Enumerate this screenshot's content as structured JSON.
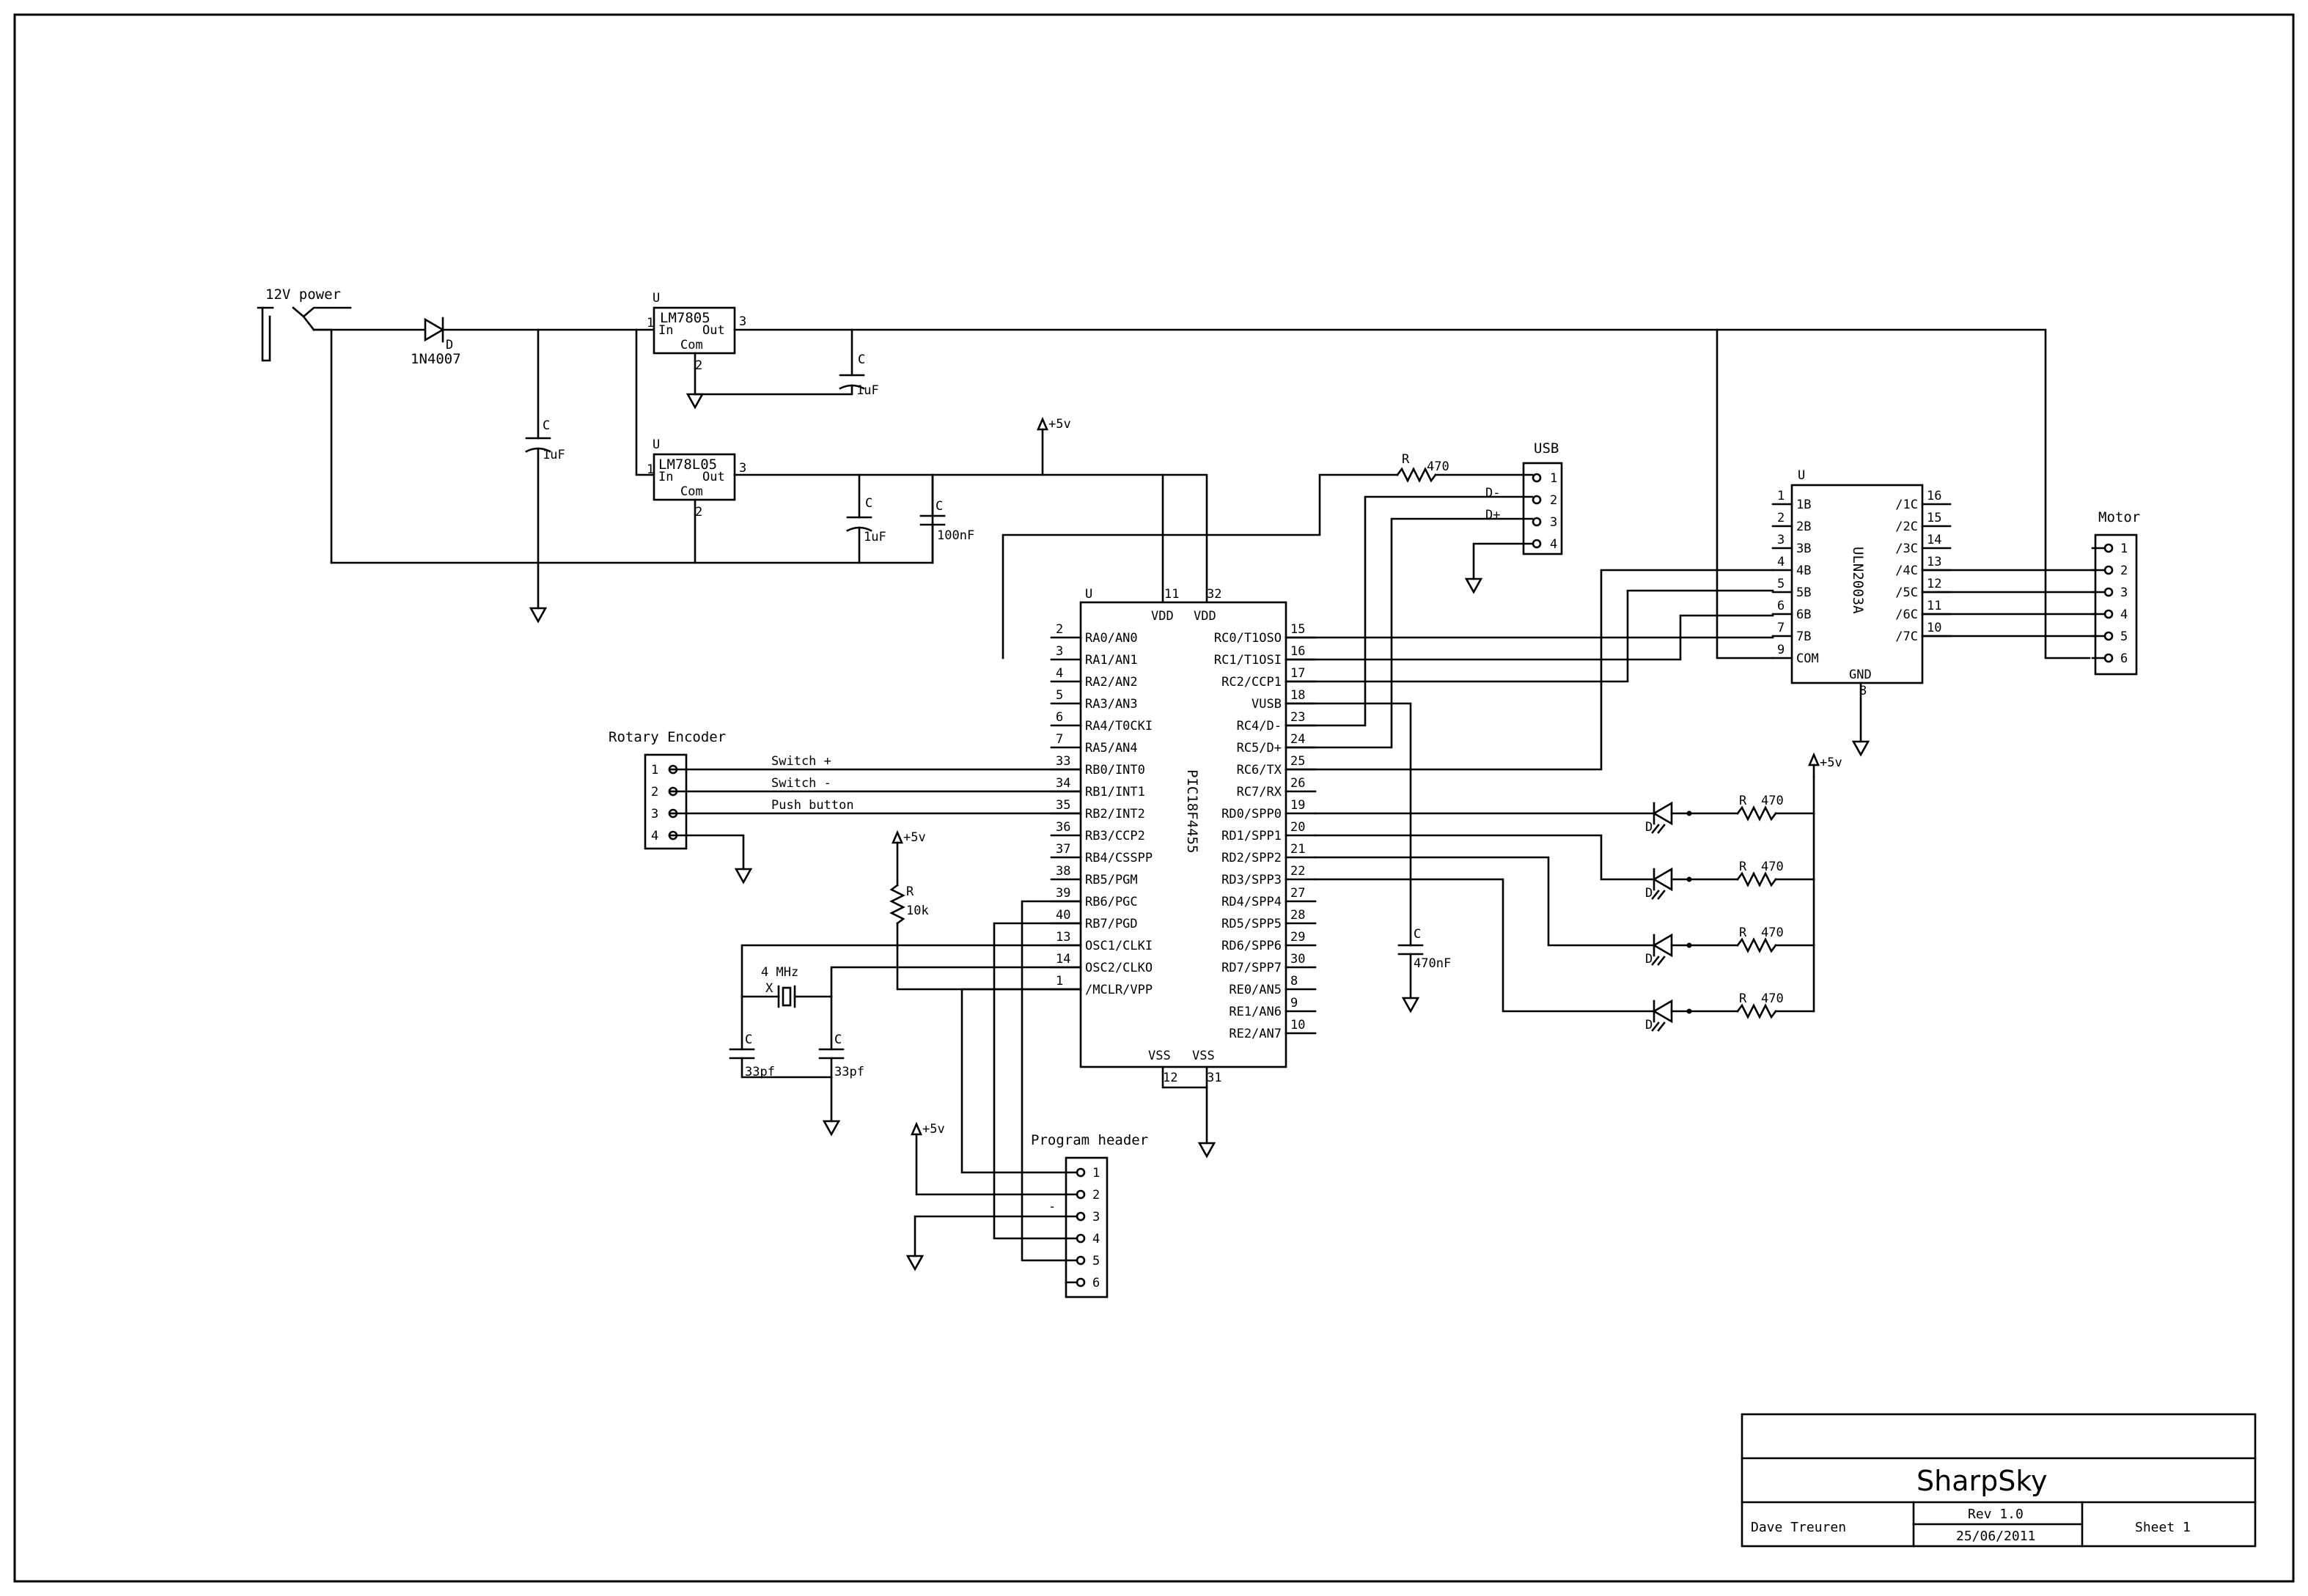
{
  "power": {
    "jack": "12V power",
    "diode": "1N4007",
    "diode_ref": "D"
  },
  "reg1": {
    "ref": "U",
    "name": "LM7805",
    "in": "In",
    "out": "Out",
    "com": "Com",
    "p_in": "1",
    "p_out": "3",
    "p_com": "2"
  },
  "reg2": {
    "ref": "U",
    "name": "LM78L05",
    "in": "In",
    "out": "Out",
    "com": "Com",
    "p_in": "1",
    "p_out": "3",
    "p_com": "2"
  },
  "caps": {
    "c1": {
      "ref": "C",
      "val": "1uF"
    },
    "c2": {
      "ref": "C",
      "val": "1uF"
    },
    "c3": {
      "ref": "C",
      "val": "1uF"
    },
    "c4": {
      "ref": "C",
      "val": "100nF"
    },
    "c5": {
      "ref": "C",
      "val": "470nF"
    },
    "c6": {
      "ref": "C",
      "val": "33pf"
    },
    "c7": {
      "ref": "C",
      "val": "33pf"
    }
  },
  "vcc": "+5v",
  "mcu": {
    "ref": "U",
    "name": "PIC18F4455",
    "vdd": "VDD",
    "vss": "VSS",
    "top_pins": [
      "11",
      "32"
    ],
    "bottom_pins": [
      "12",
      "31"
    ],
    "left": [
      {
        "num": "2",
        "name": "RA0/AN0"
      },
      {
        "num": "3",
        "name": "RA1/AN1"
      },
      {
        "num": "4",
        "name": "RA2/AN2"
      },
      {
        "num": "5",
        "name": "RA3/AN3"
      },
      {
        "num": "6",
        "name": "RA4/T0CKI"
      },
      {
        "num": "7",
        "name": "RA5/AN4"
      },
      {
        "num": "33",
        "name": "RB0/INT0"
      },
      {
        "num": "34",
        "name": "RB1/INT1"
      },
      {
        "num": "35",
        "name": "RB2/INT2"
      },
      {
        "num": "36",
        "name": "RB3/CCP2"
      },
      {
        "num": "37",
        "name": "RB4/CSSPP"
      },
      {
        "num": "38",
        "name": "RB5/PGM"
      },
      {
        "num": "39",
        "name": "RB6/PGC"
      },
      {
        "num": "40",
        "name": "RB7/PGD"
      },
      {
        "num": "13",
        "name": "OSC1/CLKI"
      },
      {
        "num": "14",
        "name": "OSC2/CLKO"
      },
      {
        "num": "1",
        "name": "/MCLR/VPP"
      }
    ],
    "right": [
      {
        "num": "15",
        "name": "RC0/T1OSO"
      },
      {
        "num": "16",
        "name": "RC1/T1OSI"
      },
      {
        "num": "17",
        "name": "RC2/CCP1"
      },
      {
        "num": "18",
        "name": "VUSB"
      },
      {
        "num": "23",
        "name": "RC4/D-"
      },
      {
        "num": "24",
        "name": "RC5/D+"
      },
      {
        "num": "25",
        "name": "RC6/TX"
      },
      {
        "num": "26",
        "name": "RC7/RX"
      },
      {
        "num": "19",
        "name": "RD0/SPP0"
      },
      {
        "num": "20",
        "name": "RD1/SPP1"
      },
      {
        "num": "21",
        "name": "RD2/SPP2"
      },
      {
        "num": "22",
        "name": "RD3/SPP3"
      },
      {
        "num": "27",
        "name": "RD4/SPP4"
      },
      {
        "num": "28",
        "name": "RD5/SPP5"
      },
      {
        "num": "29",
        "name": "RD6/SPP6"
      },
      {
        "num": "30",
        "name": "RD7/SPP7"
      },
      {
        "num": "8",
        "name": "RE0/AN5"
      },
      {
        "num": "9",
        "name": "RE1/AN6"
      },
      {
        "num": "10",
        "name": "RE2/AN7"
      }
    ]
  },
  "uln": {
    "ref": "U",
    "name": "ULN2003A",
    "left": [
      {
        "num": "1",
        "name": "1B"
      },
      {
        "num": "2",
        "name": "2B"
      },
      {
        "num": "3",
        "name": "3B"
      },
      {
        "num": "4",
        "name": "4B"
      },
      {
        "num": "5",
        "name": "5B"
      },
      {
        "num": "6",
        "name": "6B"
      },
      {
        "num": "7",
        "name": "7B"
      },
      {
        "num": "9",
        "name": "COM"
      }
    ],
    "right": [
      {
        "num": "16",
        "name": "/1C"
      },
      {
        "num": "15",
        "name": "/2C"
      },
      {
        "num": "14",
        "name": "/3C"
      },
      {
        "num": "13",
        "name": "/4C"
      },
      {
        "num": "12",
        "name": "/5C"
      },
      {
        "num": "11",
        "name": "/6C"
      },
      {
        "num": "10",
        "name": "/7C"
      }
    ],
    "gnd": "GND",
    "gnd_pin": "8"
  },
  "usb": {
    "title": "USB",
    "pins": [
      "1",
      "2",
      "3",
      "4"
    ],
    "dminus": "D-",
    "dplus": "D+",
    "res_ref": "R",
    "res_val": "470"
  },
  "motor": {
    "title": "Motor",
    "pins": [
      "1",
      "2",
      "3",
      "4",
      "5",
      "6"
    ]
  },
  "encoder": {
    "title": "Rotary Encoder",
    "pins": [
      "1",
      "2",
      "3",
      "4"
    ],
    "nets": [
      "Switch +",
      "Switch -",
      "Push button"
    ]
  },
  "reset": {
    "res_ref": "R",
    "res_val": "10k"
  },
  "crystal": {
    "label": "4 MHz",
    "ref": "X"
  },
  "leds": {
    "ref": "D",
    "res_ref": "R",
    "res_val": "470"
  },
  "program_header": {
    "title": "Program header",
    "pins": [
      "1",
      "2",
      "3",
      "4",
      "5",
      "6"
    ],
    "mark": "-"
  },
  "title_block": {
    "title": "SharpSky",
    "rev": "Rev 1.0",
    "author": "Dave Treuren",
    "date": "25/06/2011",
    "sheet": "Sheet  1"
  }
}
